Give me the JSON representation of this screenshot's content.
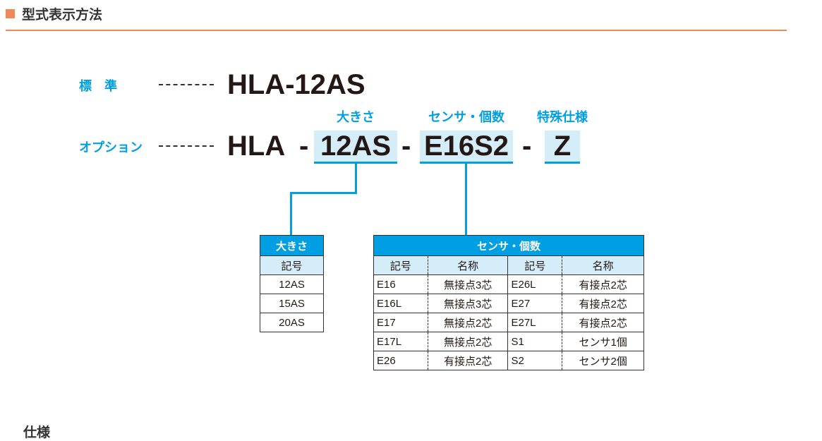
{
  "section_title": "型式表示方法",
  "standard": {
    "label": "標　準",
    "model": "HLA-12AS"
  },
  "option": {
    "label": "オプション",
    "prefix": "HLA",
    "sep": "-",
    "size": "12AS",
    "sensor": "E16S2",
    "special": "Z"
  },
  "captions": {
    "size": "大きさ",
    "sensor": "センサ・個数",
    "special": "特殊仕様"
  },
  "size_table": {
    "title": "大きさ",
    "header": "記号",
    "rows": [
      "12AS",
      "15AS",
      "20AS"
    ]
  },
  "sensor_table": {
    "title": "センサ・個数",
    "headers": [
      "記号",
      "名称",
      "記号",
      "名称"
    ],
    "rows": [
      [
        "E16",
        "無接点3芯",
        "E26L",
        "有接点2芯"
      ],
      [
        "E16L",
        "無接点3芯",
        "E27",
        "有接点2芯"
      ],
      [
        "E17",
        "無接点2芯",
        "E27L",
        "有接点2芯"
      ],
      [
        "E17L",
        "無接点2芯",
        "S1",
        "センサ1個"
      ],
      [
        "E26",
        "有接点2芯",
        "S2",
        "センサ2個"
      ]
    ]
  },
  "next_section": "仕様",
  "colors": {
    "accent": "#f0885a",
    "blue": "#009fe3",
    "light_blue": "#d5ecf9"
  }
}
